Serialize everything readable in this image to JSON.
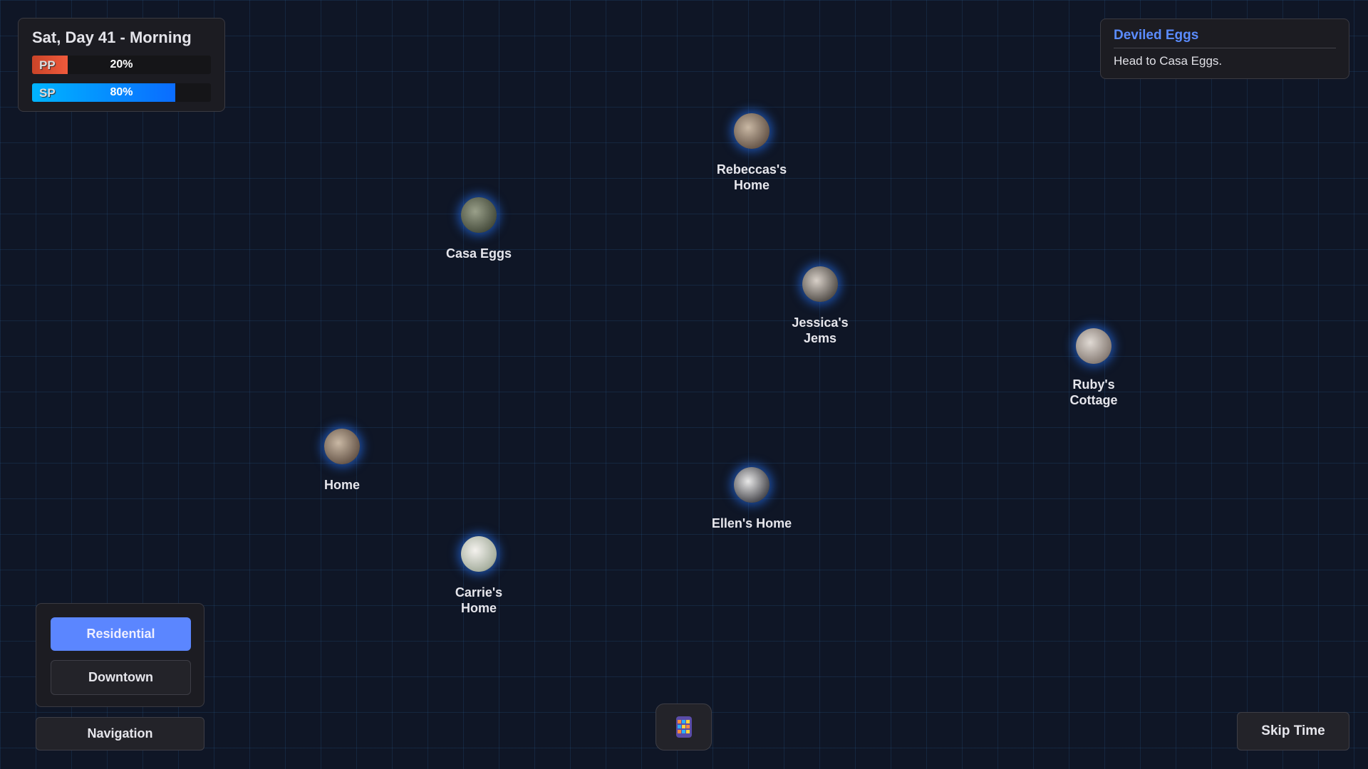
{
  "status": {
    "title": "Sat, Day 41 - Morning",
    "pp": {
      "label": "PP",
      "value": 20,
      "text": "20%",
      "color": "#e8553a"
    },
    "sp": {
      "label": "SP",
      "value": 80,
      "text": "80%",
      "color": "#0a7cff"
    }
  },
  "quest": {
    "title": "Deviled Eggs",
    "description": "Head to Casa Eggs."
  },
  "locations": [
    {
      "name": "Rebeccas's Home"
    },
    {
      "name": "Casa Eggs"
    },
    {
      "name": "Jessica's Jems"
    },
    {
      "name": "Ruby's Cottage"
    },
    {
      "name": "Home"
    },
    {
      "name": "Ellen's Home"
    },
    {
      "name": "Carrie's Home"
    }
  ],
  "areas": {
    "residential": "Residential",
    "downtown": "Downtown",
    "active": "Residential"
  },
  "navigation_label": "Navigation",
  "skip_label": "Skip Time",
  "phone_icon": "phone-apps-icon"
}
